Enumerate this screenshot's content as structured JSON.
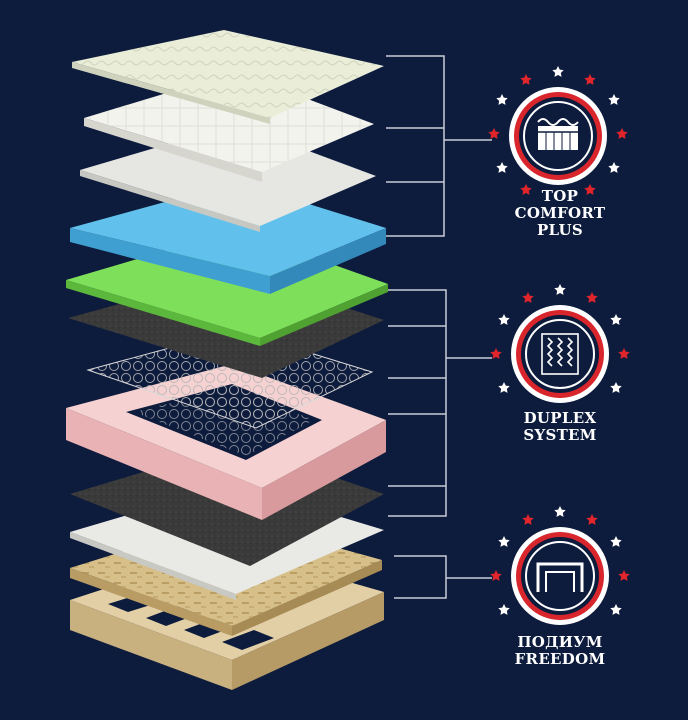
{
  "colors": {
    "background": "#0d1b3d",
    "badge_ring": "#d8262c",
    "badge_inner": "#ffffff",
    "star_red": "#e0252b",
    "star_white": "#ffffff",
    "connector": "#c9ccd6"
  },
  "groups": [
    {
      "id": "top-comfort-plus",
      "icon": "mattress-topper-icon",
      "label_lines": [
        "TOP",
        "COMFORT",
        "PLUS"
      ]
    },
    {
      "id": "duplex-system",
      "icon": "spring-block-icon",
      "label_lines": [
        "DUPLEX",
        "SYSTEM"
      ]
    },
    {
      "id": "podium-freedom",
      "icon": "bed-frame-icon",
      "label_lines": [
        "ПОДИУМ",
        "FREEDOM"
      ]
    }
  ],
  "layers": [
    {
      "name": "quilted-pillow-top",
      "color": "#e8ecd9"
    },
    {
      "name": "quilted-cover",
      "color": "#f2f2ec"
    },
    {
      "name": "white-felt",
      "color": "#e6e6e2"
    },
    {
      "name": "blue-memory-foam",
      "color": "#5bb8e6"
    },
    {
      "name": "green-latex",
      "color": "#6fd14a"
    },
    {
      "name": "dark-felt-upper",
      "color": "#3a3a3a"
    },
    {
      "name": "spring-unit",
      "color": "#c9c9c9"
    },
    {
      "name": "pink-foam-frame",
      "color": "#f4c3c3"
    },
    {
      "name": "dark-felt-lower",
      "color": "#3d3d3d"
    },
    {
      "name": "white-felt-lower",
      "color": "#e9e9e6"
    },
    {
      "name": "osb-board",
      "color": "#d7bf8a"
    },
    {
      "name": "wooden-podium-base",
      "color": "#e2cfa6"
    }
  ]
}
